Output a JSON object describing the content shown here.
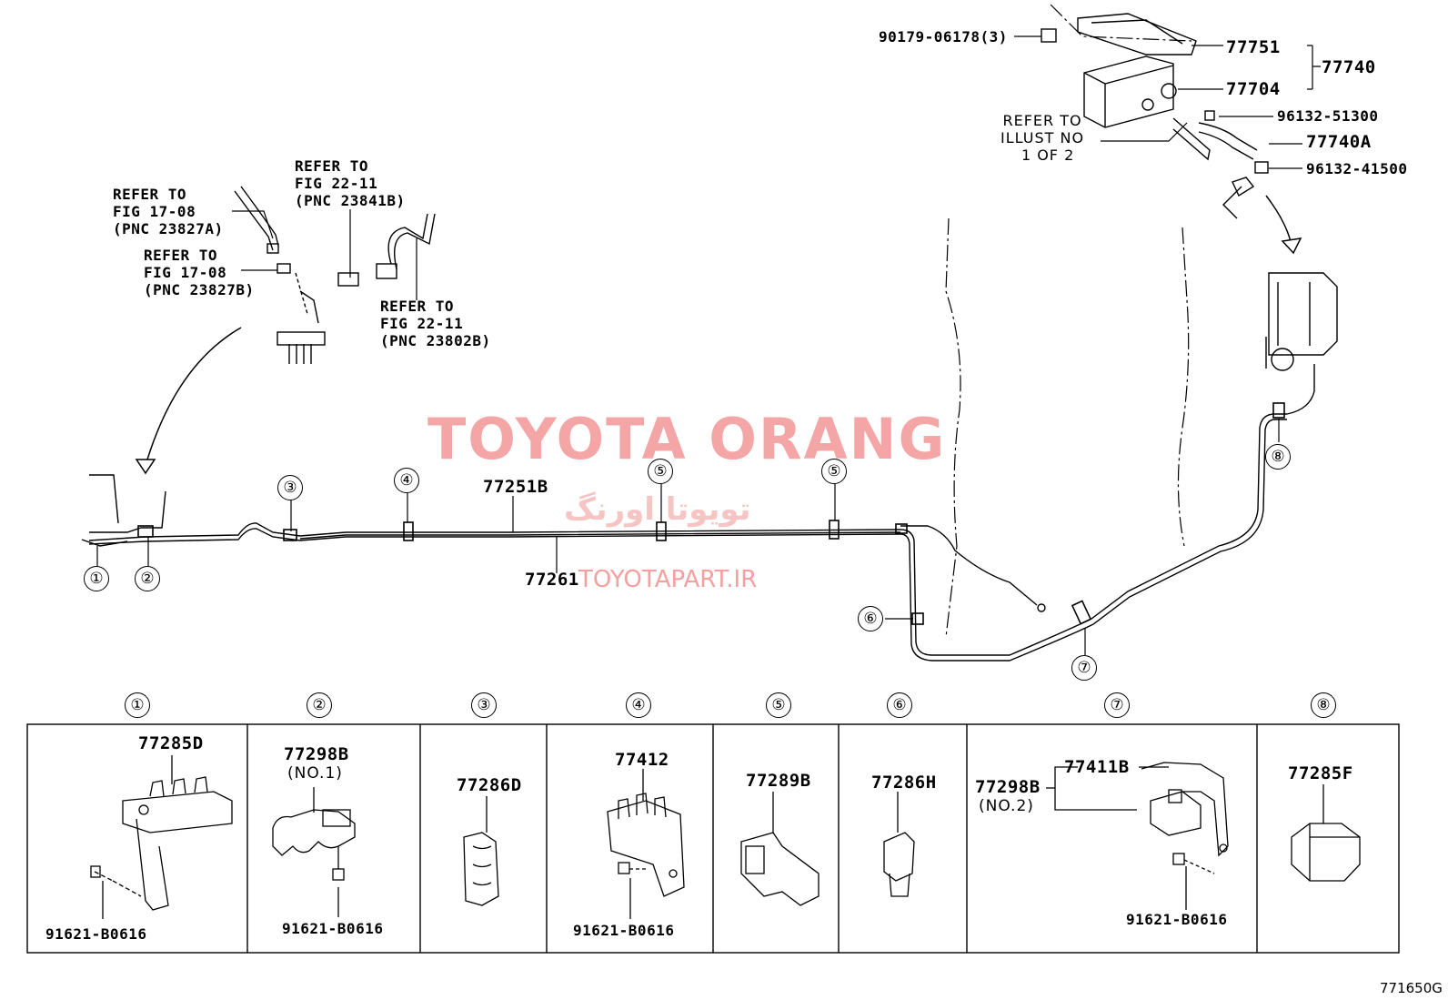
{
  "callouts": {
    "refer1": [
      "REFER TO",
      "FIG 17-08",
      "(PNC 23827A)"
    ],
    "refer2": [
      "REFER TO",
      "FIG 17-08",
      "(PNC 23827B)"
    ],
    "refer3": [
      "REFER TO",
      "FIG 22-11",
      "(PNC 23841B)"
    ],
    "refer4": [
      "REFER TO",
      "FIG 22-11",
      "(PNC 23802B)"
    ],
    "refer5": [
      "REFER TO",
      "ILLUST NO",
      "1 OF 2"
    ]
  },
  "parts": {
    "p90179": "90179-06178(3)",
    "p77751": "77751",
    "p77704": "77704",
    "p77740": "77740",
    "p96132a": "96132-51300",
    "p77740A": "77740A",
    "p96132b": "96132-41500",
    "p77251B": "77251B",
    "p77261": "77261"
  },
  "markers": [
    "①",
    "②",
    "③",
    "④",
    "⑤",
    "⑥",
    "⑦",
    "⑧"
  ],
  "watermark": {
    "main": "TOYOTA ORANG",
    "persian": "تویوتا اورنگ",
    "site": "TOYOTAPART.IR",
    "color": "#f08080"
  },
  "panels": [
    {
      "marker": "①",
      "parts": [
        "77285D",
        "91621-B0616"
      ]
    },
    {
      "marker": "②",
      "parts": [
        "77298B",
        "(NO.1)",
        "91621-B0616"
      ]
    },
    {
      "marker": "③",
      "parts": [
        "77286D"
      ]
    },
    {
      "marker": "④",
      "parts": [
        "77412",
        "91621-B0616"
      ]
    },
    {
      "marker": "⑤",
      "parts": [
        "77289B"
      ]
    },
    {
      "marker": "⑥",
      "parts": [
        "77286H"
      ]
    },
    {
      "marker": "⑦",
      "parts": [
        "77298B",
        "(NO.2)",
        "77411B",
        "91621-B0616"
      ]
    },
    {
      "marker": "⑧",
      "parts": [
        "77285F"
      ]
    }
  ],
  "figure_id": "771650G"
}
